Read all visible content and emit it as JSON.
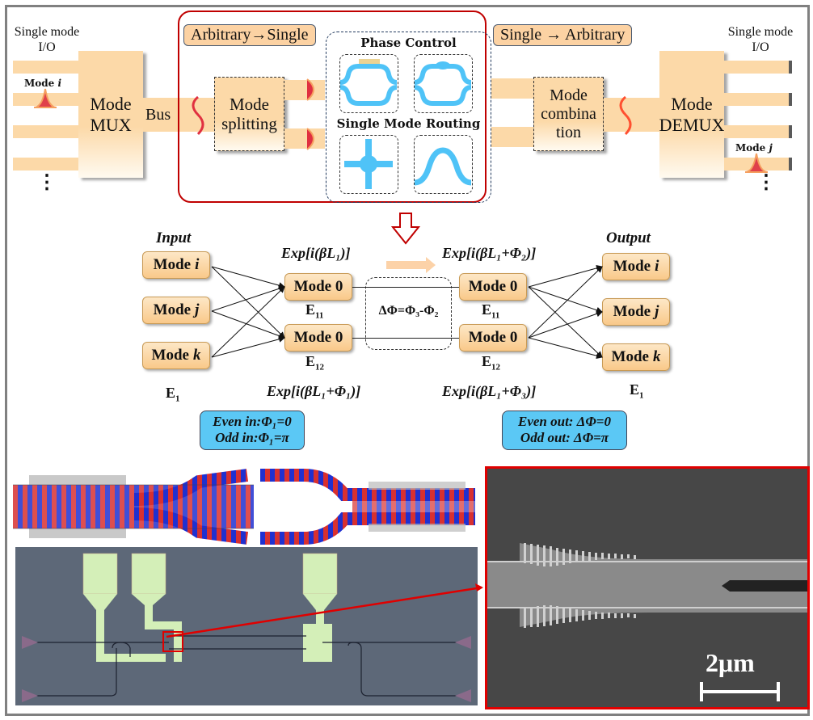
{
  "top": {
    "io_left_label": "Single mode\nI/O",
    "io_right_label": "Single mode\nI/O",
    "mode_i_label": "Mode",
    "mode_i_var": "i",
    "mode_j_label": "Mode",
    "mode_j_var": "j",
    "ellipsis": "⋮",
    "mux_label": "Mode\nMUX",
    "demux_label": "Mode\nDEMUX",
    "bus_label": "Bus",
    "tag_left": "Arbitrary→Single",
    "tag_right": "Single → Arbitrary",
    "splitting_label": "Mode\nsplitting",
    "combination_label": "Mode\ncombina\ntion",
    "phase_control_title": "Phase Control",
    "routing_title": "Single Mode Routing"
  },
  "flow": {
    "input_title": "Input",
    "output_title": "Output",
    "inputs": [
      {
        "label": "Mode",
        "var": "i"
      },
      {
        "label": "Mode",
        "var": "j"
      },
      {
        "label": "Mode",
        "var": "k"
      }
    ],
    "outputs": [
      {
        "label": "Mode",
        "var": "i"
      },
      {
        "label": "Mode",
        "var": "j"
      },
      {
        "label": "Mode",
        "var": "k"
      }
    ],
    "mid_left": [
      "Mode 0",
      "Mode 0"
    ],
    "mid_right": [
      "Mode 0",
      "Mode 0"
    ],
    "e_in": "E",
    "e_in_sub": "1",
    "e_out": "E",
    "e_out_sub": "1",
    "e11": "E",
    "e11_sub": "11",
    "e12": "E",
    "e12_sub": "12",
    "exp_top_left": "Exp[i(βL₁)]",
    "exp_bottom_left": "Exp[i(βL₁+Φ₁)]",
    "exp_top_right": "Exp[i(βL₁+Φ₂)]",
    "exp_bottom_right": "Exp[i(βL₁+Φ₃)]",
    "delta_phi": "ΔΦ=Φ₃-Φ₂"
  },
  "notes": {
    "even_in": "Even in:Φ₁=0",
    "odd_in": "Odd in:Φ₁=π",
    "even_out": "Even out: ΔΦ=0",
    "odd_out": "Odd out: ΔΦ=π"
  },
  "sem": {
    "scale_label": "2μm"
  },
  "colors": {
    "peach": "#fcd9a8",
    "highlight_red": "#e00000",
    "waveguide_blue": "#4fc3f7",
    "note_blue": "#5bc8f5"
  }
}
